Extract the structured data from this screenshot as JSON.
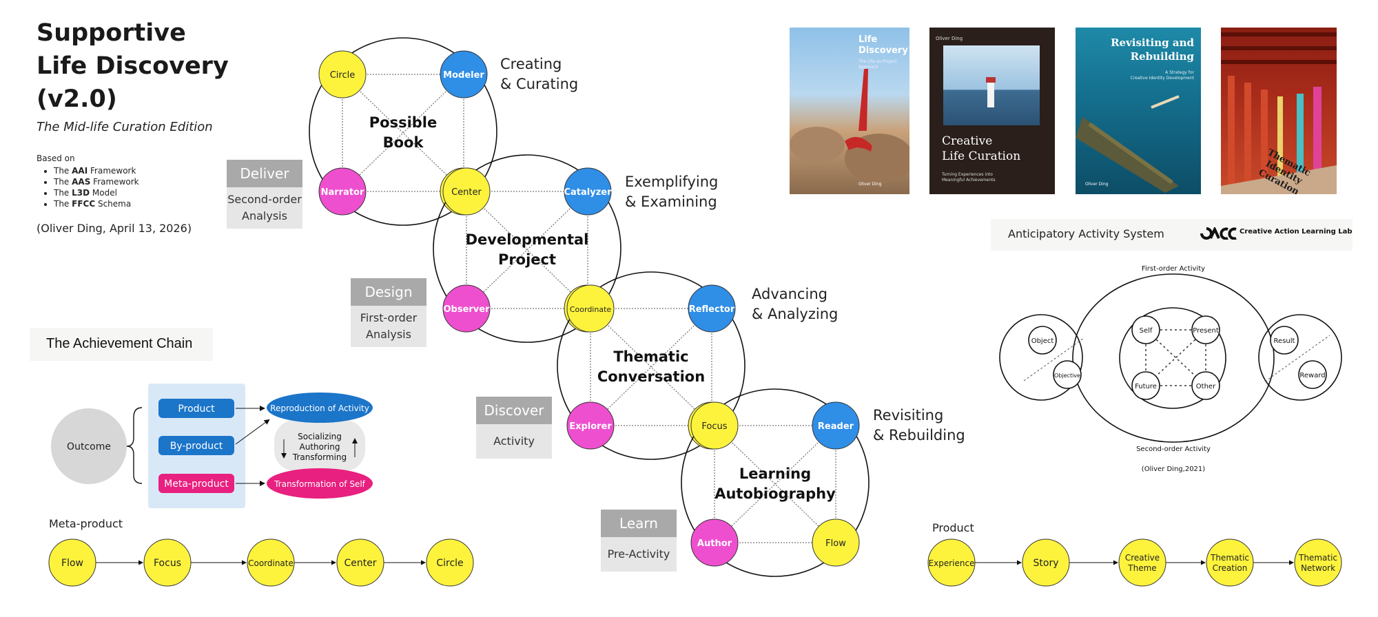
{
  "header": {
    "title_lines": [
      "Supportive",
      "Life Discovery",
      "(v2.0)"
    ],
    "subtitle": "The Mid-life Curation Edition",
    "based_on_label": "Based on",
    "based_on_items": [
      {
        "pre": "The ",
        "bold": "AAI",
        "post": " Framework"
      },
      {
        "pre": "The ",
        "bold": "AAS",
        "post": " Framework"
      },
      {
        "pre": "The ",
        "bold": "L3D",
        "post": " Model"
      },
      {
        "pre": "The ",
        "bold": "FFCC",
        "post": " Schema"
      }
    ],
    "author_date": "(Oliver Ding, April 13, 2026)"
  },
  "colors": {
    "yellow": "#fdf33d",
    "blue": "#2f8ee6",
    "magenta": "#ee4fcf",
    "phase_gray": "#a9a9a9",
    "phase_light": "#e6e6e6",
    "product_blue": "#1b75c9",
    "meta_pink": "#e8207f",
    "light_blue_panel": "#d9e8f7",
    "outcome_gray": "#d7d7d7"
  },
  "l3d": {
    "phases": [
      {
        "name": "Deliver",
        "desc": [
          "Second-order",
          "Analysis"
        ]
      },
      {
        "name": "Design",
        "desc": [
          "First-order",
          "Analysis"
        ]
      },
      {
        "name": "Discover",
        "desc": [
          "Activity"
        ]
      },
      {
        "name": "Learn",
        "desc": [
          "Pre-Activity"
        ]
      }
    ],
    "stages": [
      {
        "title": [
          "Possible",
          "Book"
        ],
        "verbs": [
          "Creating",
          "& Curating"
        ],
        "nodes": {
          "tl": "Circle",
          "tr": "Modeler",
          "bl": "Narrator",
          "br": "Center"
        }
      },
      {
        "title": [
          "Developmental",
          "Project"
        ],
        "verbs": [
          "Exemplifying",
          "& Examining"
        ],
        "nodes": {
          "tl": "Center",
          "tr": "Catalyzer",
          "bl": "Observer",
          "br": "Coordinate"
        }
      },
      {
        "title": [
          "Thematic",
          "Conversation"
        ],
        "verbs": [
          "Advancing",
          "& Analyzing"
        ],
        "nodes": {
          "tl": "Coordinate",
          "tr": "Reflector",
          "bl": "Explorer",
          "br": "Focus"
        }
      },
      {
        "title": [
          "Learning",
          "Autobiography"
        ],
        "verbs": [
          "Revisiting",
          "& Rebuilding"
        ],
        "nodes": {
          "tl": "Focus",
          "tr": "Reader",
          "bl": "Author",
          "br": "Flow"
        }
      }
    ]
  },
  "books": [
    {
      "title": [
        "Life",
        "Discovery"
      ],
      "subtitle": [
        "The Life-as-Project",
        "Approach"
      ],
      "author": "Oliver Ding"
    },
    {
      "title": [
        "Creative",
        "Life Curation"
      ],
      "subtitle": [
        "Turning Experiences into",
        "Meaningful Achievements"
      ],
      "author": "Oliver Ding"
    },
    {
      "title": [
        "Revisiting and",
        "Rebuilding"
      ],
      "subtitle": [
        "A Strategy for",
        "Creative Identity Development"
      ],
      "author": "Oliver Ding"
    },
    {
      "title": [
        "Thematic",
        "Identity",
        "Curation"
      ],
      "subtitle": [],
      "author": ""
    }
  ],
  "achievement_chain": {
    "title": "The Achievement Chain",
    "outcome": "Outcome",
    "products": [
      "Product",
      "By-product",
      "Meta-product"
    ],
    "results": [
      "Reproduction of Activity",
      "Transformation of Self"
    ],
    "processes": [
      "Socializing",
      "Authoring",
      "Transforming"
    ]
  },
  "aas": {
    "title": "Anticipatory Activity System",
    "lab_name": "Creative Action Learning Lab",
    "first_order": "First-order Activity",
    "second_order": "Second-order Activity",
    "citation": "(Oliver Ding,2021)",
    "left": [
      "Object",
      "Objective"
    ],
    "center": [
      "Self",
      "Present",
      "Future",
      "Other"
    ],
    "right": [
      "Result",
      "Reward"
    ]
  },
  "meta_product_row": {
    "label": "Meta-product",
    "nodes": [
      "Flow",
      "Focus",
      "Coordinate",
      "Center",
      "Circle"
    ]
  },
  "product_row": {
    "label": "Product",
    "nodes": [
      "Experience",
      "Story",
      "Creative Theme",
      "Thematic Creation",
      "Thematic Network"
    ]
  }
}
